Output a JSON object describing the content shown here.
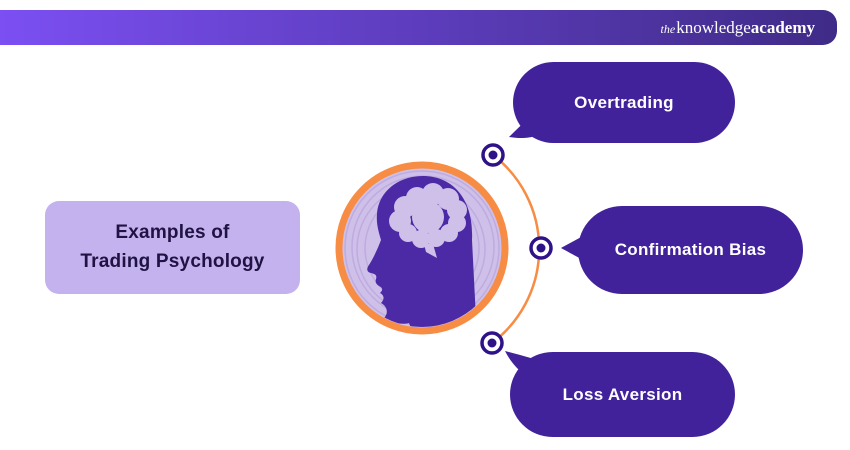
{
  "header": {
    "brand": {
      "the": "the",
      "knowledge": "knowledge",
      "academy": "academy"
    }
  },
  "title": {
    "line1": "Examples of",
    "line2": "Trading Psychology"
  },
  "bubbles": [
    {
      "label": "Overtrading"
    },
    {
      "label": "Confirmation Bias"
    },
    {
      "label": "Loss Aversion"
    }
  ],
  "icons": {
    "center_graphic": "brain-head-icon"
  },
  "colors": {
    "headerLeft": "#7B4FF2",
    "headerRight": "#3F2B87",
    "bubble": "#41229B",
    "head": "#4C2AA6",
    "node": "#2F1288",
    "orange": "#F78C44",
    "circleFill": "#CFC0E9",
    "scribble": "#B8A4DC",
    "titleBox": "#C3B2EE",
    "titleText": "#201243"
  }
}
